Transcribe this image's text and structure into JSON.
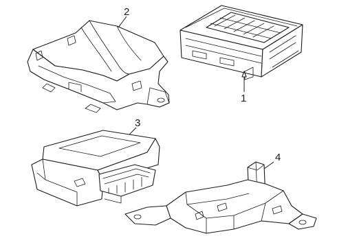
{
  "callouts": {
    "part_1": "1",
    "part_2": "2",
    "part_3": "3",
    "part_4": "4"
  },
  "colors": {
    "line": "#1a1a1a",
    "background": "#ffffff"
  }
}
